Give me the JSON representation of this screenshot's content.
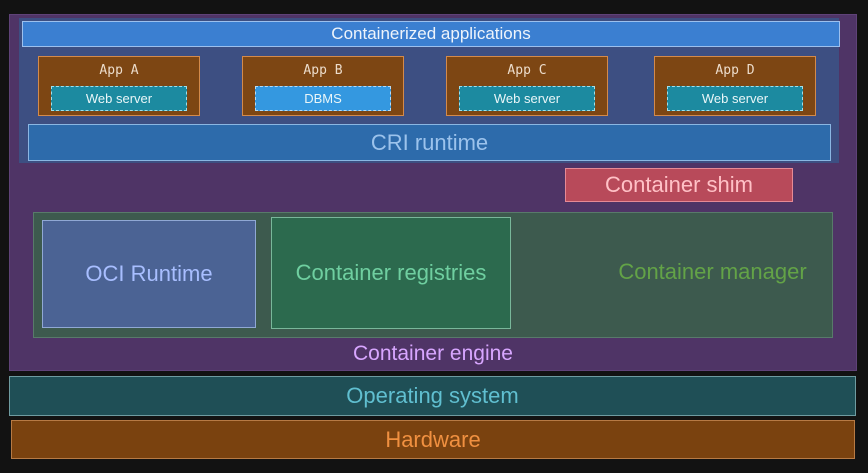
{
  "diagram": {
    "containerized_apps": "Containerized applications",
    "apps": [
      {
        "name": "App A",
        "component": "Web server",
        "kind": "web"
      },
      {
        "name": "App B",
        "component": "DBMS",
        "kind": "dbms"
      },
      {
        "name": "App C",
        "component": "Web server",
        "kind": "web"
      },
      {
        "name": "App D",
        "component": "Web server",
        "kind": "web"
      }
    ],
    "cri_runtime": "CRI runtime",
    "container_shim": "Container shim",
    "oci_runtime": "OCI Runtime",
    "container_registries": "Container registries",
    "container_manager": "Container manager",
    "container_engine": "Container engine",
    "operating_system": "Operating system",
    "hardware": "Hardware"
  },
  "colors": {
    "background": "#121212",
    "engine": "#4f3466",
    "apps_region": "#3d4f82",
    "apps_title": "#3b7fd1",
    "app_box": "#7d4613",
    "web_server": "#1c8aa0",
    "dbms": "#3498e0",
    "cri": "#2d6bab",
    "shim": "#b84a5a",
    "oci": "#4b6394",
    "registries": "#2c6a4e",
    "manager_text": "#63a347",
    "os": "#1f4f56",
    "hardware": "#7a420f"
  }
}
